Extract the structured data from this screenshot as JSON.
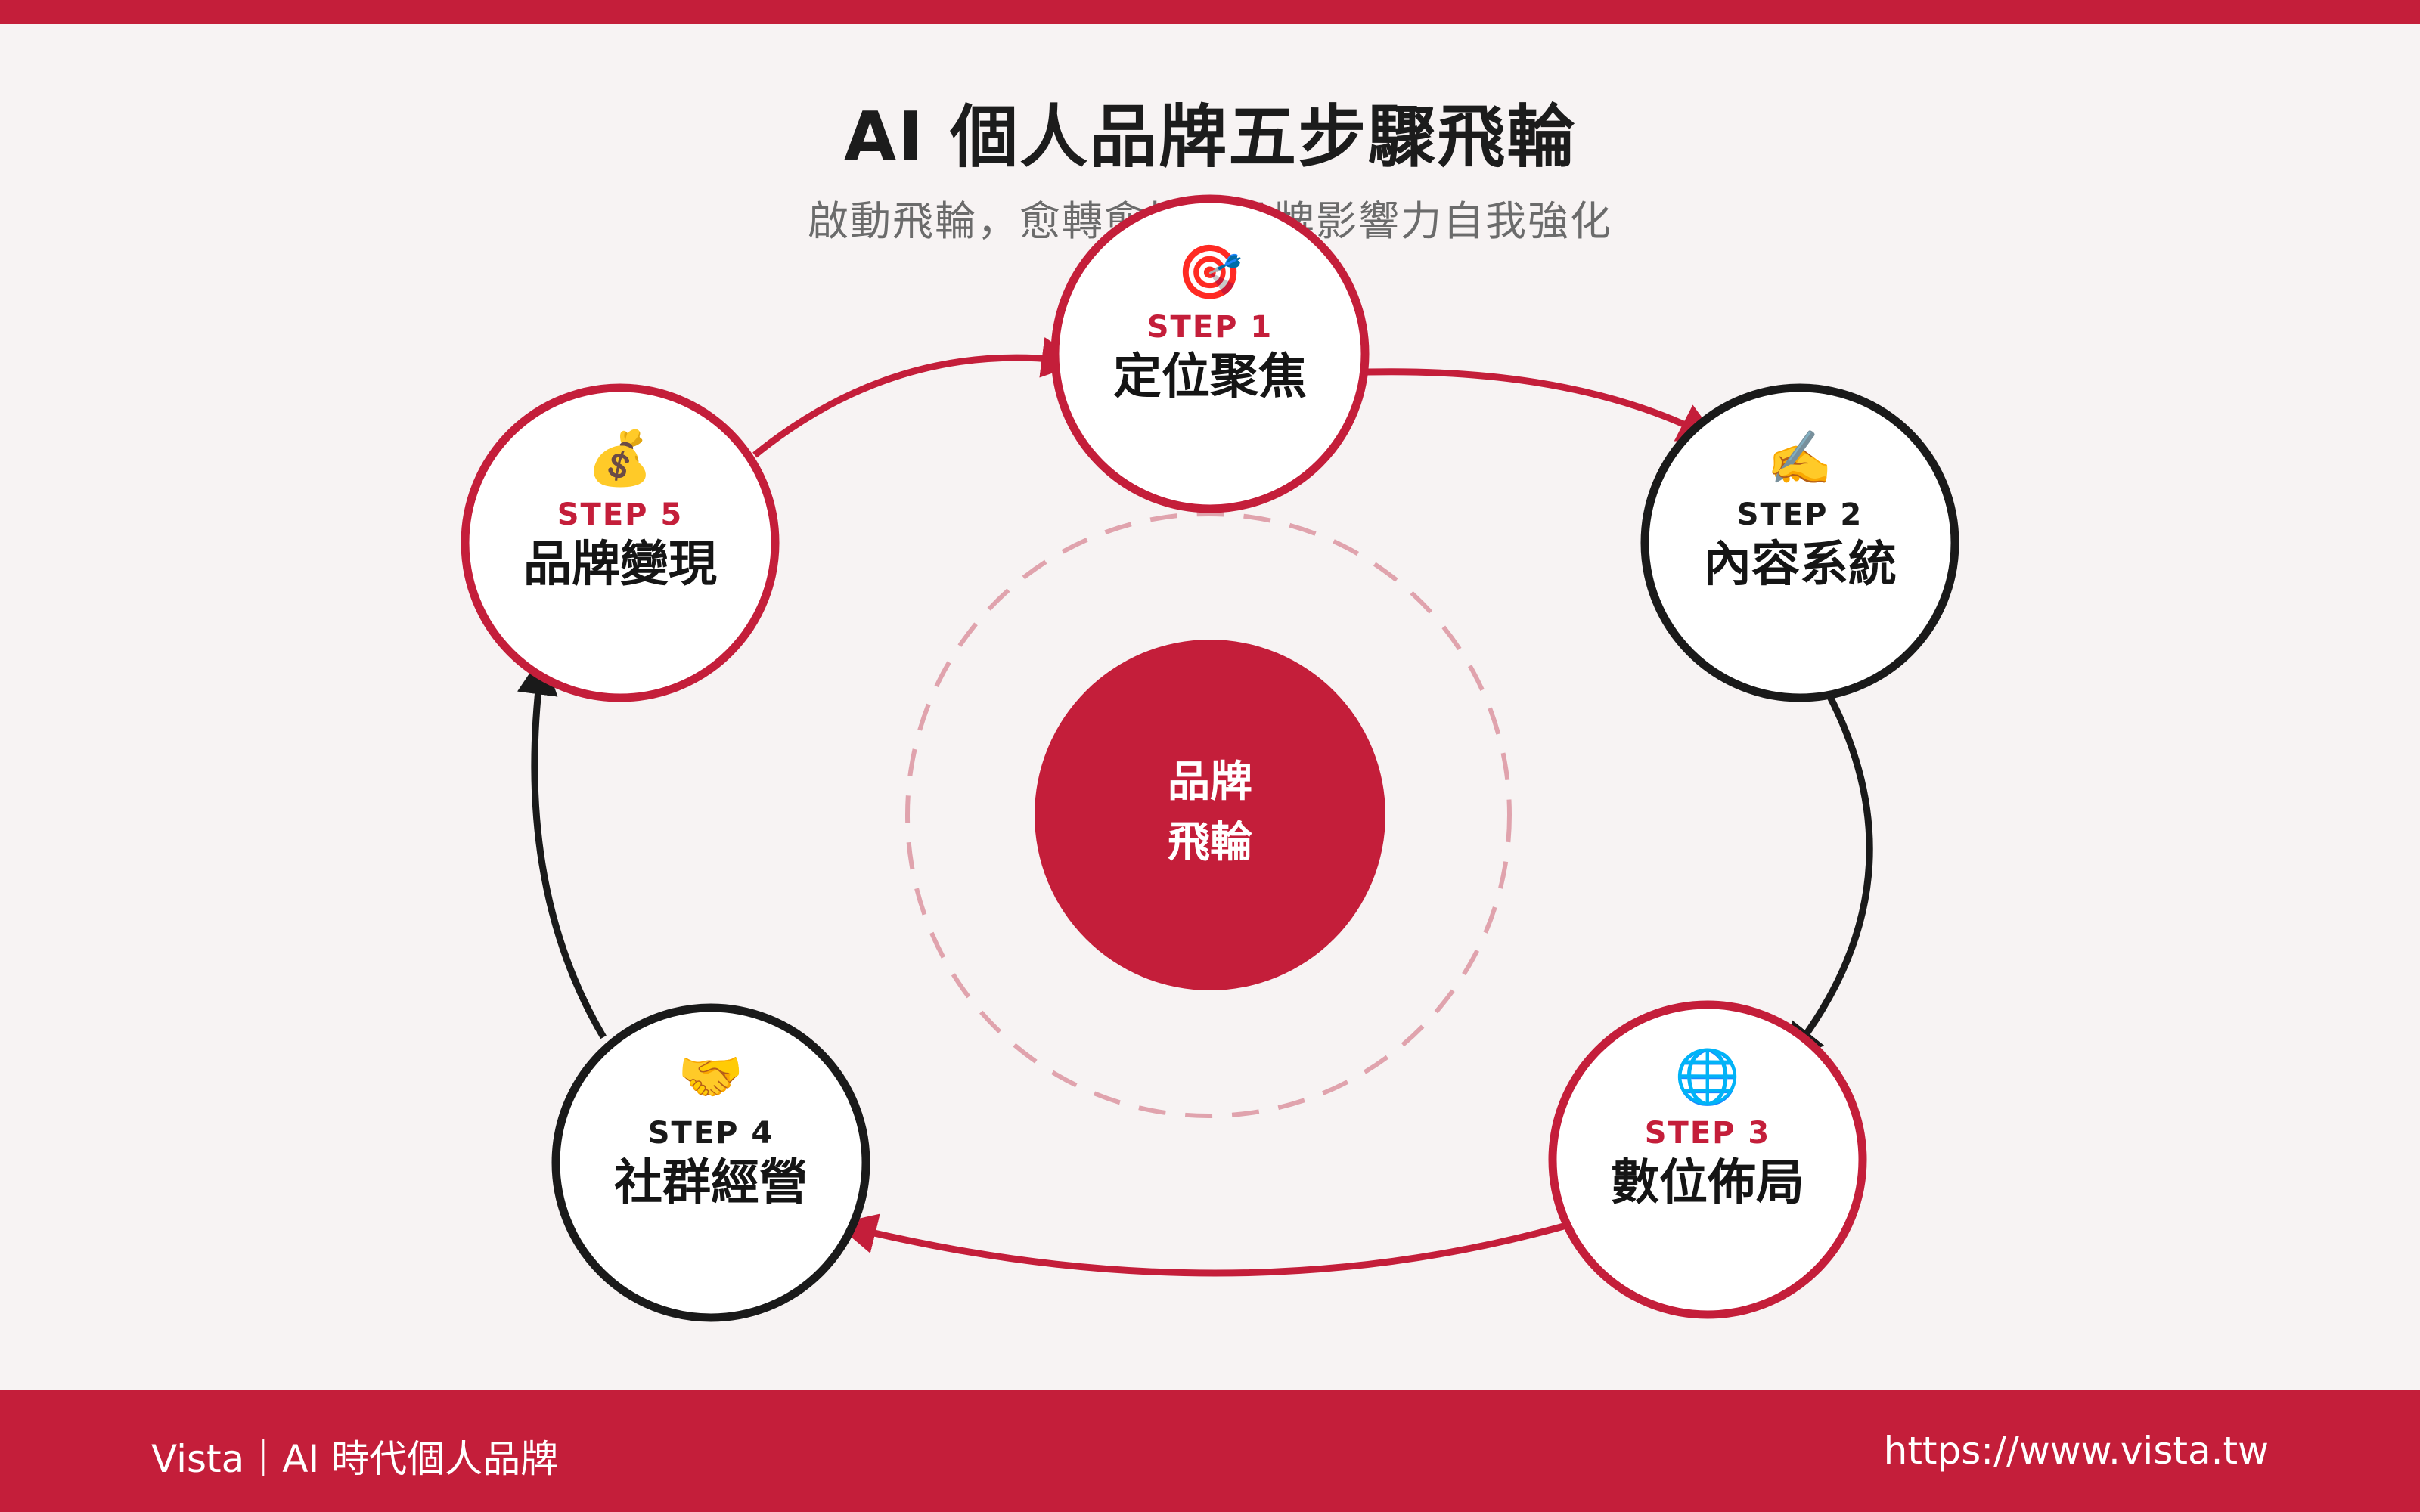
{
  "title": "AI 個人品牌五步驟飛輪",
  "subtitle": "啟動飛輪，愈轉愈快，品牌影響力自我強化",
  "center": {
    "line1": "品牌",
    "line2": "飛輪"
  },
  "steps": [
    {
      "step": "STEP 1",
      "name": "定位聚焦",
      "icon": "target-icon",
      "emoji": "🎯",
      "accent": "#c41e3a",
      "step_color": "#c41e3a"
    },
    {
      "step": "STEP 2",
      "name": "內容系統",
      "icon": "writing-hand-icon",
      "emoji": "✍️",
      "accent": "#1a1a1a",
      "step_color": "#1a1a1a"
    },
    {
      "step": "STEP 3",
      "name": "數位佈局",
      "icon": "globe-icon",
      "emoji": "🌐",
      "accent": "#c41e3a",
      "step_color": "#c41e3a"
    },
    {
      "step": "STEP 4",
      "name": "社群經營",
      "icon": "handshake-icon",
      "emoji": "🤝",
      "accent": "#1a1a1a",
      "step_color": "#1a1a1a"
    },
    {
      "step": "STEP 5",
      "name": "品牌變現",
      "icon": "money-bag-icon",
      "emoji": "💰",
      "accent": "#c41e3a",
      "step_color": "#c41e3a"
    }
  ],
  "footer": {
    "left": "Vista｜AI 時代個人品牌",
    "right": "https://www.vista.tw"
  },
  "colors": {
    "brand_red": "#c41e3a",
    "dark": "#1a1a1a",
    "background": "#f7f3f3",
    "dashed_ring": "#e0a3ad"
  }
}
